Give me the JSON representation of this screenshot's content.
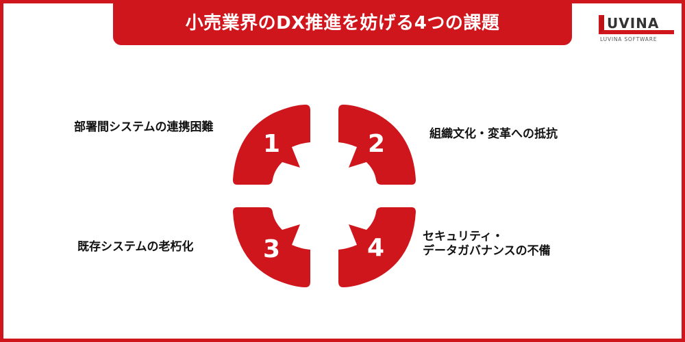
{
  "colors": {
    "brand_red": "#d0161d",
    "text_dark": "#111111",
    "background": "#ffffff"
  },
  "header": {
    "title": "小売業界のDX推進を妨げる4つの課題"
  },
  "logo": {
    "wordmark": "UVINA",
    "wordmark_full": "LUVINA",
    "subtitle": "LUVINA SOFTWARE"
  },
  "challenges": [
    {
      "number": "1",
      "label": "部署間システムの連携困難"
    },
    {
      "number": "2",
      "label": "組織文化・変革への抵抗"
    },
    {
      "number": "3",
      "label": "既存システムの老朽化"
    },
    {
      "number": "4",
      "label_line1": "セキュリティ・",
      "label_line2": "データガバナンスの不備"
    }
  ]
}
